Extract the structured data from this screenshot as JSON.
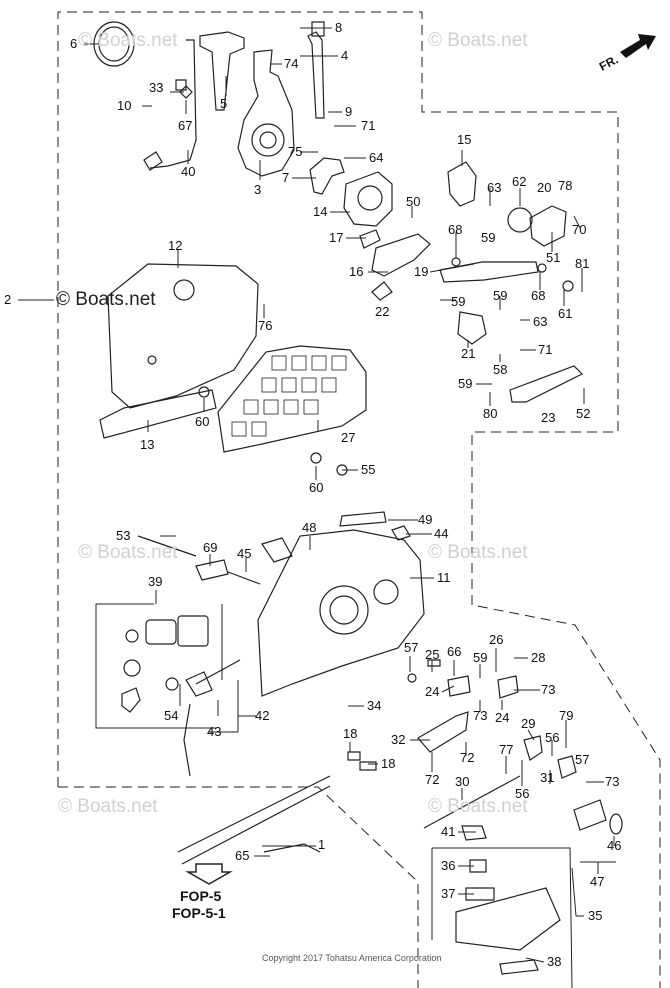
{
  "watermarks": [
    "© Boats.net",
    "© Boats.net",
    "© Boats.net",
    "© Boats.net",
    "© Boats.net",
    "© Boats.net",
    "© Boats.net"
  ],
  "watermark_main": "© Boats.net",
  "direction_label": "FR.",
  "reference": [
    "FOP-5",
    "FOP-5-1"
  ],
  "copyright": "Copyright 2017 Tohatsu America Corporation",
  "part_labels": {
    "p1": "1",
    "p2": "2",
    "p3": "3",
    "p4": "4",
    "p5": "5",
    "p6": "6",
    "p7": "7",
    "p8": "8",
    "p9": "9",
    "p10": "10",
    "p11": "11",
    "p12": "12",
    "p13": "13",
    "p14": "14",
    "p15": "15",
    "p16": "16",
    "p17": "17",
    "p18a": "18",
    "p18b": "18",
    "p19": "19",
    "p20": "20",
    "p21": "21",
    "p22": "22",
    "p23": "23",
    "p24a": "24",
    "p24b": "24",
    "p25": "25",
    "p26": "26",
    "p27": "27",
    "p28": "28",
    "p29": "29",
    "p30": "30",
    "p31": "31",
    "p32": "32",
    "p33": "33",
    "p34": "34",
    "p35": "35",
    "p36": "36",
    "p37": "37",
    "p38": "38",
    "p39": "39",
    "p40": "40",
    "p41": "41",
    "p42": "42",
    "p43": "43",
    "p44": "44",
    "p45": "45",
    "p46": "46",
    "p47": "47",
    "p48": "48",
    "p49": "49",
    "p50": "50",
    "p51": "51",
    "p52": "52",
    "p53": "53",
    "p54": "54",
    "p55": "55",
    "p56a": "56",
    "p56b": "56",
    "p57a": "57",
    "p57b": "57",
    "p58": "58",
    "p59a": "59",
    "p59b": "59",
    "p59c": "59",
    "p59d": "59",
    "p59e": "59",
    "p60a": "60",
    "p60b": "60",
    "p61": "61",
    "p62": "62",
    "p63a": "63",
    "p63b": "63",
    "p64": "64",
    "p65": "65",
    "p66": "66",
    "p67": "67",
    "p68a": "68",
    "p68b": "68",
    "p69": "69",
    "p70": "70",
    "p71a": "71",
    "p71b": "71",
    "p72a": "72",
    "p72b": "72",
    "p73a": "73",
    "p73b": "73",
    "p73c": "73",
    "p74": "74",
    "p75": "75",
    "p76": "76",
    "p77": "77",
    "p78": "78",
    "p79": "79",
    "p80": "80",
    "p81": "81"
  }
}
